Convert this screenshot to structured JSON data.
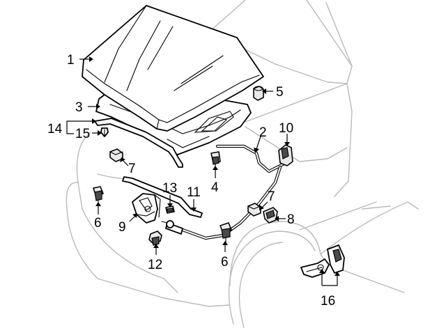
{
  "callouts": [
    {
      "id": "hood",
      "text": "1"
    },
    {
      "id": "release-cable",
      "text": "2"
    },
    {
      "id": "hood-insulator",
      "text": "3"
    },
    {
      "id": "bumper-4",
      "text": "4"
    },
    {
      "id": "hood-bumper-5",
      "text": "5"
    },
    {
      "id": "bumper-6-left",
      "text": "6"
    },
    {
      "id": "bumper-6-right",
      "text": "6"
    },
    {
      "id": "clip-7-upper",
      "text": "7"
    },
    {
      "id": "clip-7-lower",
      "text": "7"
    },
    {
      "id": "clip-8",
      "text": "8"
    },
    {
      "id": "latch",
      "text": "9"
    },
    {
      "id": "release-handle",
      "text": "10"
    },
    {
      "id": "clip-11",
      "text": "11"
    },
    {
      "id": "clip-13",
      "text": "13"
    },
    {
      "id": "bumper-12",
      "text": "12"
    },
    {
      "id": "seal",
      "text": "14"
    },
    {
      "id": "retainer-15",
      "text": "15"
    },
    {
      "id": "hinge",
      "text": "16"
    }
  ]
}
